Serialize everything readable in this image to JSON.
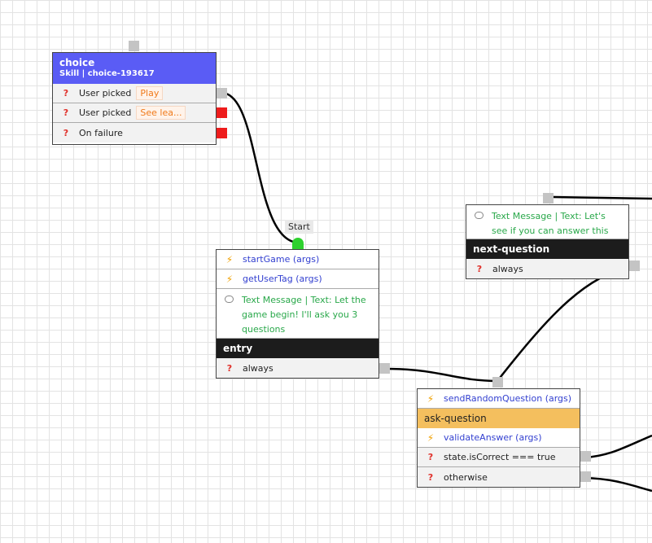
{
  "colors": {
    "skill_header": "#5a5cf5",
    "message_text": "#29a84a",
    "skill_text": "#3340d0",
    "error_port": "#ee1c1c",
    "start_port": "#2ed12e",
    "dark_title": "#1c1c1c",
    "gold_title": "#f4bf5e"
  },
  "choice": {
    "title": "choice",
    "subtitle": "Skill | choice-193617",
    "rows": [
      {
        "label": "User picked",
        "tag": "Play"
      },
      {
        "label": "User picked",
        "tag": "See lea..."
      },
      {
        "label": "On failure"
      }
    ]
  },
  "start": {
    "label": "Start"
  },
  "entry": {
    "actions": [
      "startGame (args)",
      "getUserTag (args)"
    ],
    "message": "Text Message | Text: Let the game begin! I'll ask you 3 questions",
    "title": "entry",
    "conditions": [
      "always"
    ]
  },
  "next_question": {
    "message": "Text Message | Text: Let's see if you can answer this one...",
    "title": "next-question",
    "conditions": [
      "always"
    ]
  },
  "ask_question": {
    "actions_before": [
      "sendRandomQuestion (args)"
    ],
    "title": "ask-question",
    "actions_after": [
      "validateAnswer (args)"
    ],
    "conditions": [
      "state.isCorrect === true",
      "otherwise"
    ]
  },
  "icons": {
    "condition": "question-mark-icon",
    "action": "lightning-icon",
    "message": "chat-bubble-icon"
  }
}
